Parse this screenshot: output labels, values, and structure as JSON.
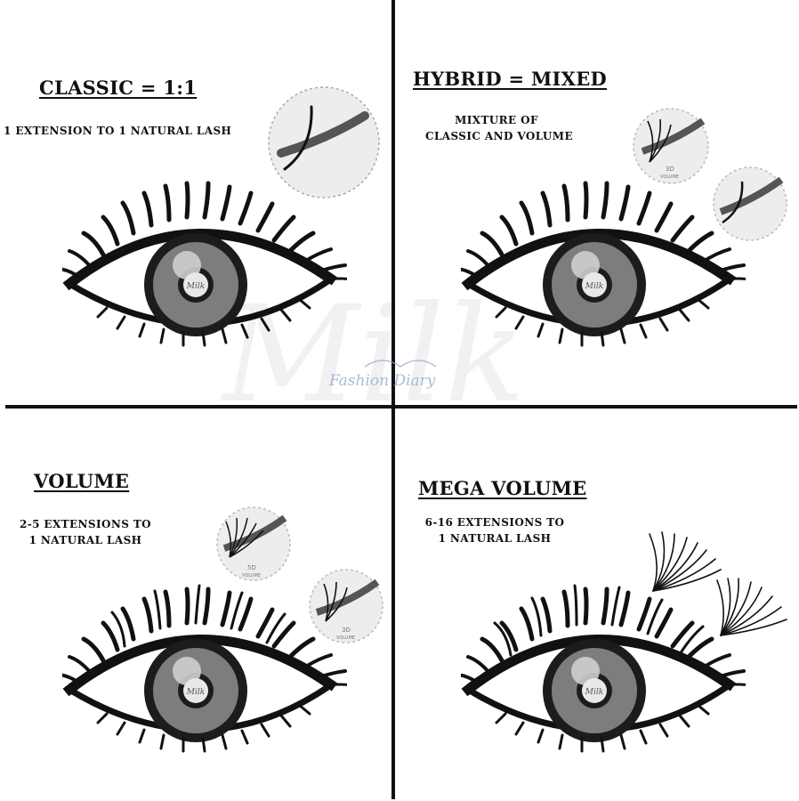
{
  "quadrants": {
    "classic": {
      "title": "CLASSIC = 1:1",
      "desc": "1 EXTENSION TO 1 NATURAL LASH"
    },
    "hybrid": {
      "title": "HYBRID = MIXED",
      "desc_line1": "MIXTURE OF",
      "desc_line2": "CLASSIC AND VOLUME"
    },
    "volume": {
      "title": "VOLUME",
      "desc_line1": "2-5 EXTENSIONS TO",
      "desc_line2": "1 NATURAL LASH"
    },
    "mega": {
      "title": "MEGA VOLUME",
      "desc_line1": "6-16 EXTENSIONS TO",
      "desc_line2": "1 NATURAL LASH"
    }
  },
  "insets": {
    "hybrid_volume_label": "3D",
    "hybrid_volume_sub": "VOLUME",
    "volume_5d_label": "5D",
    "volume_5d_sub": "VOLUME",
    "volume_3d_label": "3D",
    "volume_3d_sub": "VOLUME"
  },
  "iris_logo": "Milk",
  "watermark": {
    "script": "Milk",
    "tagline": "Fashion Diary"
  },
  "colors": {
    "ink": "#111111",
    "iris": "#7d7d7d",
    "iris_ring": "#1c1c1c",
    "inset_bg": "#ededed",
    "watermark": "#8fa6c9"
  }
}
